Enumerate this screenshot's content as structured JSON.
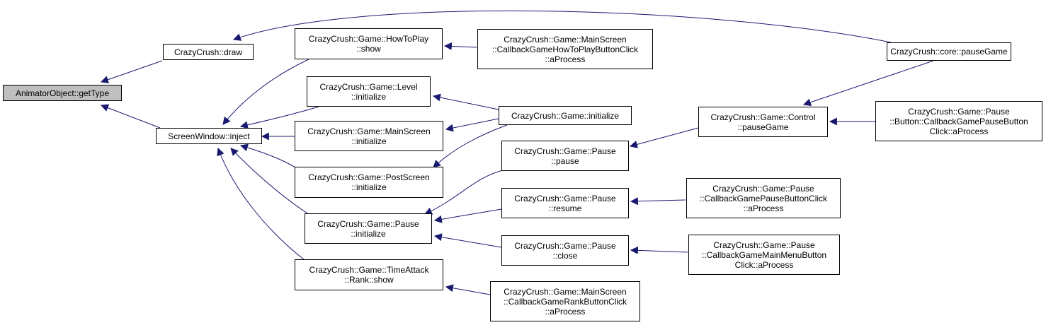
{
  "colors": {
    "edge": "#191970",
    "node_border": "#000000",
    "root_fill": "#bfbfbf",
    "node_fill": "#ffffff"
  },
  "nodes": {
    "getType": "AnimatorObject::getType",
    "draw": "CrazyCrush::draw",
    "inject": "ScreenWindow::inject",
    "howToPlayShow": "CrazyCrush::Game::HowToPlay\n::show",
    "levelInit": "CrazyCrush::Game::Level\n::initialize",
    "mainScreenInit": "CrazyCrush::Game::MainScreen\n::initialize",
    "postScreenInit": "CrazyCrush::Game::PostScreen\n::initialize",
    "pauseInit": "CrazyCrush::Game::Pause\n::initialize",
    "timeAttackShow": "CrazyCrush::Game::TimeAttack\n::Rank::show",
    "howToPlayClick": "CrazyCrush::Game::MainScreen\n::CallbackGameHowToPlayButtonClick\n::aProcess",
    "gameInit": "CrazyCrush::Game::initialize",
    "pausePause": "CrazyCrush::Game::Pause\n::pause",
    "pauseResume": "CrazyCrush::Game::Pause\n::resume",
    "pauseClose": "CrazyCrush::Game::Pause\n::close",
    "rankClick": "CrazyCrush::Game::MainScreen\n::CallbackGameRankButtonClick\n::aProcess",
    "corePause": "CrazyCrush::core::pauseGame",
    "controlPause": "CrazyCrush::Game::Control\n::pauseGame",
    "pauseButtonClick": "CrazyCrush::Game::Pause\n::Button::CallbackGamePauseButton\nClick::aProcess",
    "pauseCallbackClick": "CrazyCrush::Game::Pause\n::CallbackGamePauseButtonClick\n::aProcess",
    "mainMenuClick": "CrazyCrush::Game::Pause\n::CallbackGameMainMenuButton\nClick::aProcess"
  }
}
